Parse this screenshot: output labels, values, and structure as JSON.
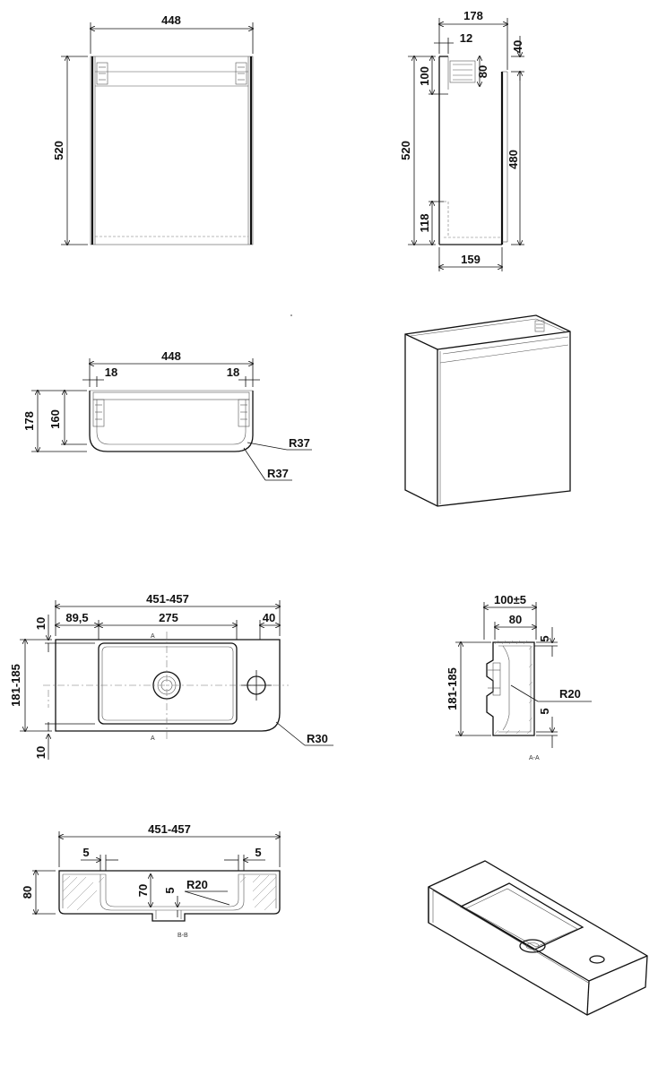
{
  "views": {
    "cabinet_front": {
      "width": "448",
      "height": "520"
    },
    "cabinet_side": {
      "depth": "178",
      "gap": "12",
      "top_offset": "40",
      "inner_height": "100",
      "inner_depth": "80",
      "height": "520",
      "door_height": "480",
      "bottom_height": "118",
      "bottom_depth": "159"
    },
    "cabinet_top": {
      "width": "448",
      "left_offset": "18",
      "right_offset": "18",
      "depth": "178",
      "inner_depth": "160",
      "radius_outer": "R37",
      "radius_inner": "R37"
    },
    "basin_top": {
      "width": "451-457",
      "left_margin": "89,5",
      "bowl_width": "275",
      "tap_offset": "40",
      "edge_top": "10",
      "edge_bottom": "10",
      "depth": "181-185",
      "corner_radius": "R30",
      "section_mark": "A"
    },
    "basin_section_aa": {
      "depth": "100±5",
      "bowl_depth": "80",
      "wall_top": "5",
      "wall_bottom": "5",
      "height": "181-185",
      "radius": "R20",
      "caption": "A-A"
    },
    "basin_section_bb": {
      "width": "451-457",
      "wall_left": "5",
      "wall_right": "5",
      "height": "80",
      "bowl_height": "70",
      "bottom_thickness": "5",
      "radius": "R20",
      "caption": "B-B"
    }
  }
}
